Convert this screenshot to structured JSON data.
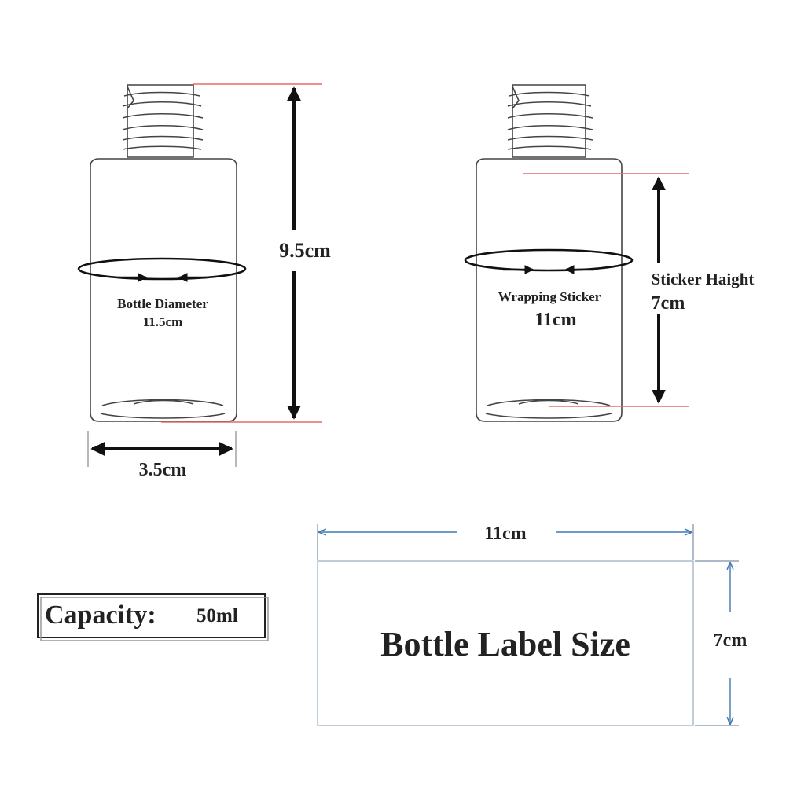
{
  "bottle_spec": {
    "height": "9.5cm",
    "width": "3.5cm",
    "bottle_diameter_label": "Bottle Diameter",
    "bottle_diameter_value": "11.5cm",
    "wrapping_sticker_label": "Wrapping Sticker",
    "wrapping_sticker_value": "11cm",
    "sticker_height_label": "Sticker Haight",
    "sticker_height_value": "7cm"
  },
  "capacity": {
    "label": "Capacity:",
    "value": "50ml"
  },
  "label_panel": {
    "title": "Bottle Label Size",
    "width": "11cm",
    "height": "7cm"
  },
  "colors": {
    "outline": "#444444",
    "guide_line": "#e36b6b",
    "dimension_blue": "#3f78b0",
    "text": "#222222"
  }
}
